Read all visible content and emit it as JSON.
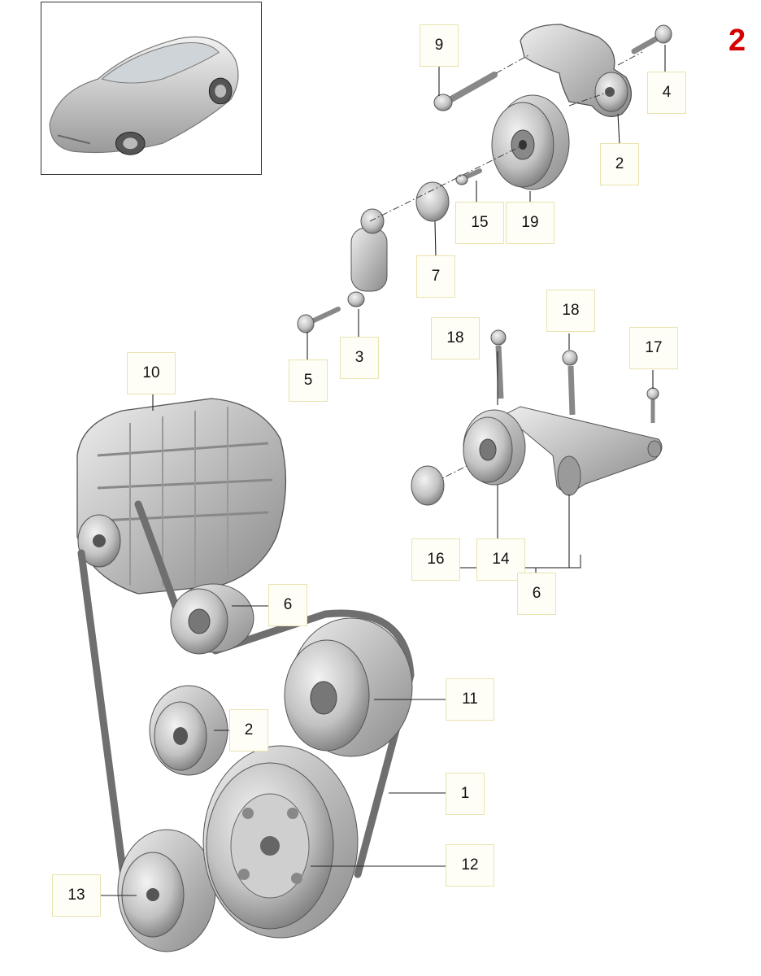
{
  "page_number": "2",
  "callouts": {
    "c1": "1",
    "c2a": "2",
    "c2b": "2",
    "c3": "3",
    "c4": "4",
    "c5": "5",
    "c6a": "6",
    "c6b": "6",
    "c7": "7",
    "c9": "9",
    "c10": "10",
    "c11": "11",
    "c12": "12",
    "c13": "13",
    "c14": "14",
    "c15": "15",
    "c16": "16",
    "c17": "17",
    "c18a": "18",
    "c18b": "18",
    "c19": "19"
  },
  "colors": {
    "page_number": "#d40000",
    "part_fill": "#b9b9b9",
    "part_dark": "#6d6d6d",
    "leader": "#222222"
  }
}
